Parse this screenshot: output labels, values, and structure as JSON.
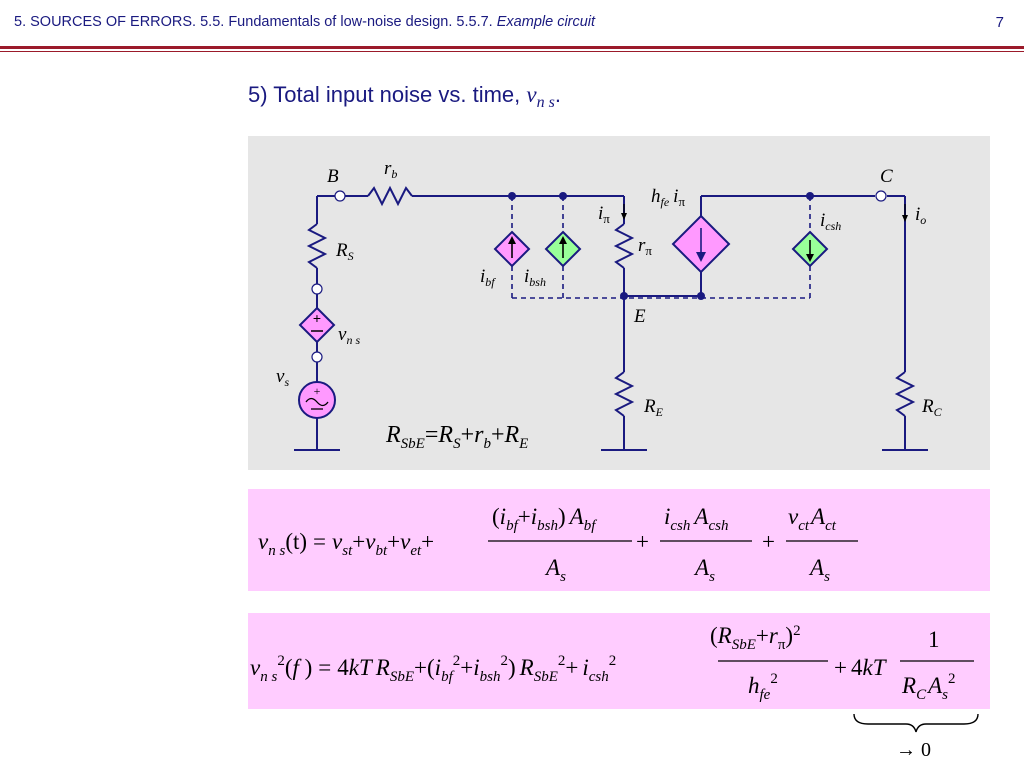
{
  "header": {
    "breadcrumb_plain": "5. SOURCES OF ERRORS. 5.5. Fundamentals of low-noise design. 5.5.7.",
    "breadcrumb_italic": "Example circuit",
    "page_number": "7"
  },
  "slide": {
    "title_text": "5) Total input noise vs. time,",
    "title_symbol": "v",
    "title_subscript": "n s",
    "title_end": "."
  },
  "circuit": {
    "node_labels": {
      "base": "B",
      "collector": "C",
      "emitter": "E"
    },
    "resistor_rb": {
      "main": "r",
      "sub": "b"
    },
    "resistor_rs": {
      "main": "R",
      "sub": "S"
    },
    "resistor_rpi": {
      "main": "r",
      "sub": "π"
    },
    "resistor_re": {
      "main": "R",
      "sub": "E"
    },
    "resistor_rc": {
      "main": "R",
      "sub": "C"
    },
    "source_vns": {
      "main": "v",
      "sub": "n s"
    },
    "source_vs": {
      "main": "v",
      "sub": "s"
    },
    "current_ibf": {
      "main": "i",
      "sub": "bf"
    },
    "current_ibsh": {
      "main": "i",
      "sub": "bsh"
    },
    "current_ipi": {
      "main": "i",
      "sub": "π"
    },
    "current_hfe": {
      "main": "h",
      "sub": "fe",
      "main2": "i",
      "sub2": "π"
    },
    "current_icsh": {
      "main": "i",
      "sub": "csh"
    },
    "current_io": {
      "main": "i",
      "sub": "o"
    },
    "formula": {
      "lhs": "R",
      "lhs_sub": "SbE",
      "eq": "=",
      "t1": "R",
      "t1_sub": "S",
      "plus1": "+",
      "t2": "r",
      "t2_sub": "b",
      "plus2": "+",
      "t3": "R",
      "t3_sub": "E"
    },
    "colors": {
      "wire": "#1a1a80",
      "pink_source": "#ff99ff",
      "green_source": "#99ff99",
      "ground": "#1a1a80"
    }
  },
  "equation1": {
    "lhs": "v",
    "lhs_sub": "n s",
    "lhs_arg": "(t)",
    "eq": "=",
    "v1": "v",
    "v1_sub": "st",
    "plus_a": "+",
    "v2": "v",
    "v2_sub": "bt",
    "plus_b": "+",
    "v3": "v",
    "v3_sub": "et",
    "plus_c": "+",
    "f1_num_open": "(i",
    "f1_num_sub1": "bf",
    "f1_num_plus": "+i",
    "f1_num_sub2": "bsh",
    "f1_num_close": ")",
    "f1_num_A": "A",
    "f1_num_A_sub": "bf",
    "f1_den": "A",
    "f1_den_sub": "s",
    "plus_d": "+",
    "f2_num_i": "i",
    "f2_num_i_sub": "csh",
    "f2_num_A": "A",
    "f2_num_A_sub": "csh",
    "f2_den": "A",
    "f2_den_sub": "s",
    "plus_e": "+",
    "f3_num_v": "v",
    "f3_num_v_sub": "ct",
    "f3_num_A": "A",
    "f3_num_A_sub": "ct",
    "f3_den": "A",
    "f3_den_sub": "s"
  },
  "equation2": {
    "lhs": "v",
    "lhs_sub": "n s",
    "lhs_sup": "2",
    "lhs_arg": "(f )",
    "eq": "=",
    "t1": "4kT",
    "t1_R": "R",
    "t1_R_sub": "SbE",
    "plus_a": "+",
    "t2_open": "(i",
    "t2_sub1": "bf",
    "t2_sup1": "2",
    "t2_plus": "+i",
    "t2_sub2": "bsh",
    "t2_sup2": "2",
    "t2_close": ")",
    "t2_R": "R",
    "t2_R_sub": "SbE",
    "t2_R_sup": "2",
    "plus_b": "+",
    "t3_i": "i",
    "t3_i_sub": "csh",
    "t3_i_sup": "2",
    "f_num_open": "(R",
    "f_num_sub1": "SbE",
    "f_num_plus": "+r",
    "f_num_sub2": "π",
    "f_num_close": ")",
    "f_num_sup": "2",
    "f_den": "h",
    "f_den_sub": "fe",
    "f_den_sup": "2",
    "plus_c": "+",
    "t4": "4kT",
    "g_num": "1",
    "g_den_R": "R",
    "g_den_R_sub": "C",
    "g_den_A": "A",
    "g_den_A_sub": "s",
    "g_den_sup": "2",
    "brace_note": "→ 0"
  }
}
